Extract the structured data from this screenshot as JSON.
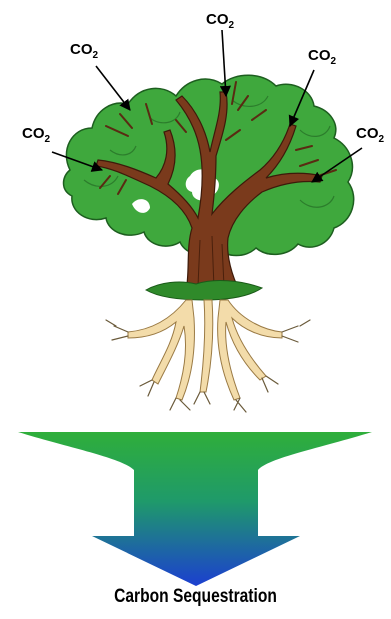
{
  "labels": {
    "co2_main": "CO",
    "co2_sub": "2"
  },
  "caption": "Carbon Sequestration",
  "colors": {
    "foliage": "#3fa83d",
    "foliage_edge": "#1d5e1f",
    "trunk": "#7a3a1c",
    "roots": "#f3dcaa",
    "grass": "#2f8a2a",
    "arrow_top": "#2eab3b",
    "arrow_bottom": "#1f4fc8"
  }
}
